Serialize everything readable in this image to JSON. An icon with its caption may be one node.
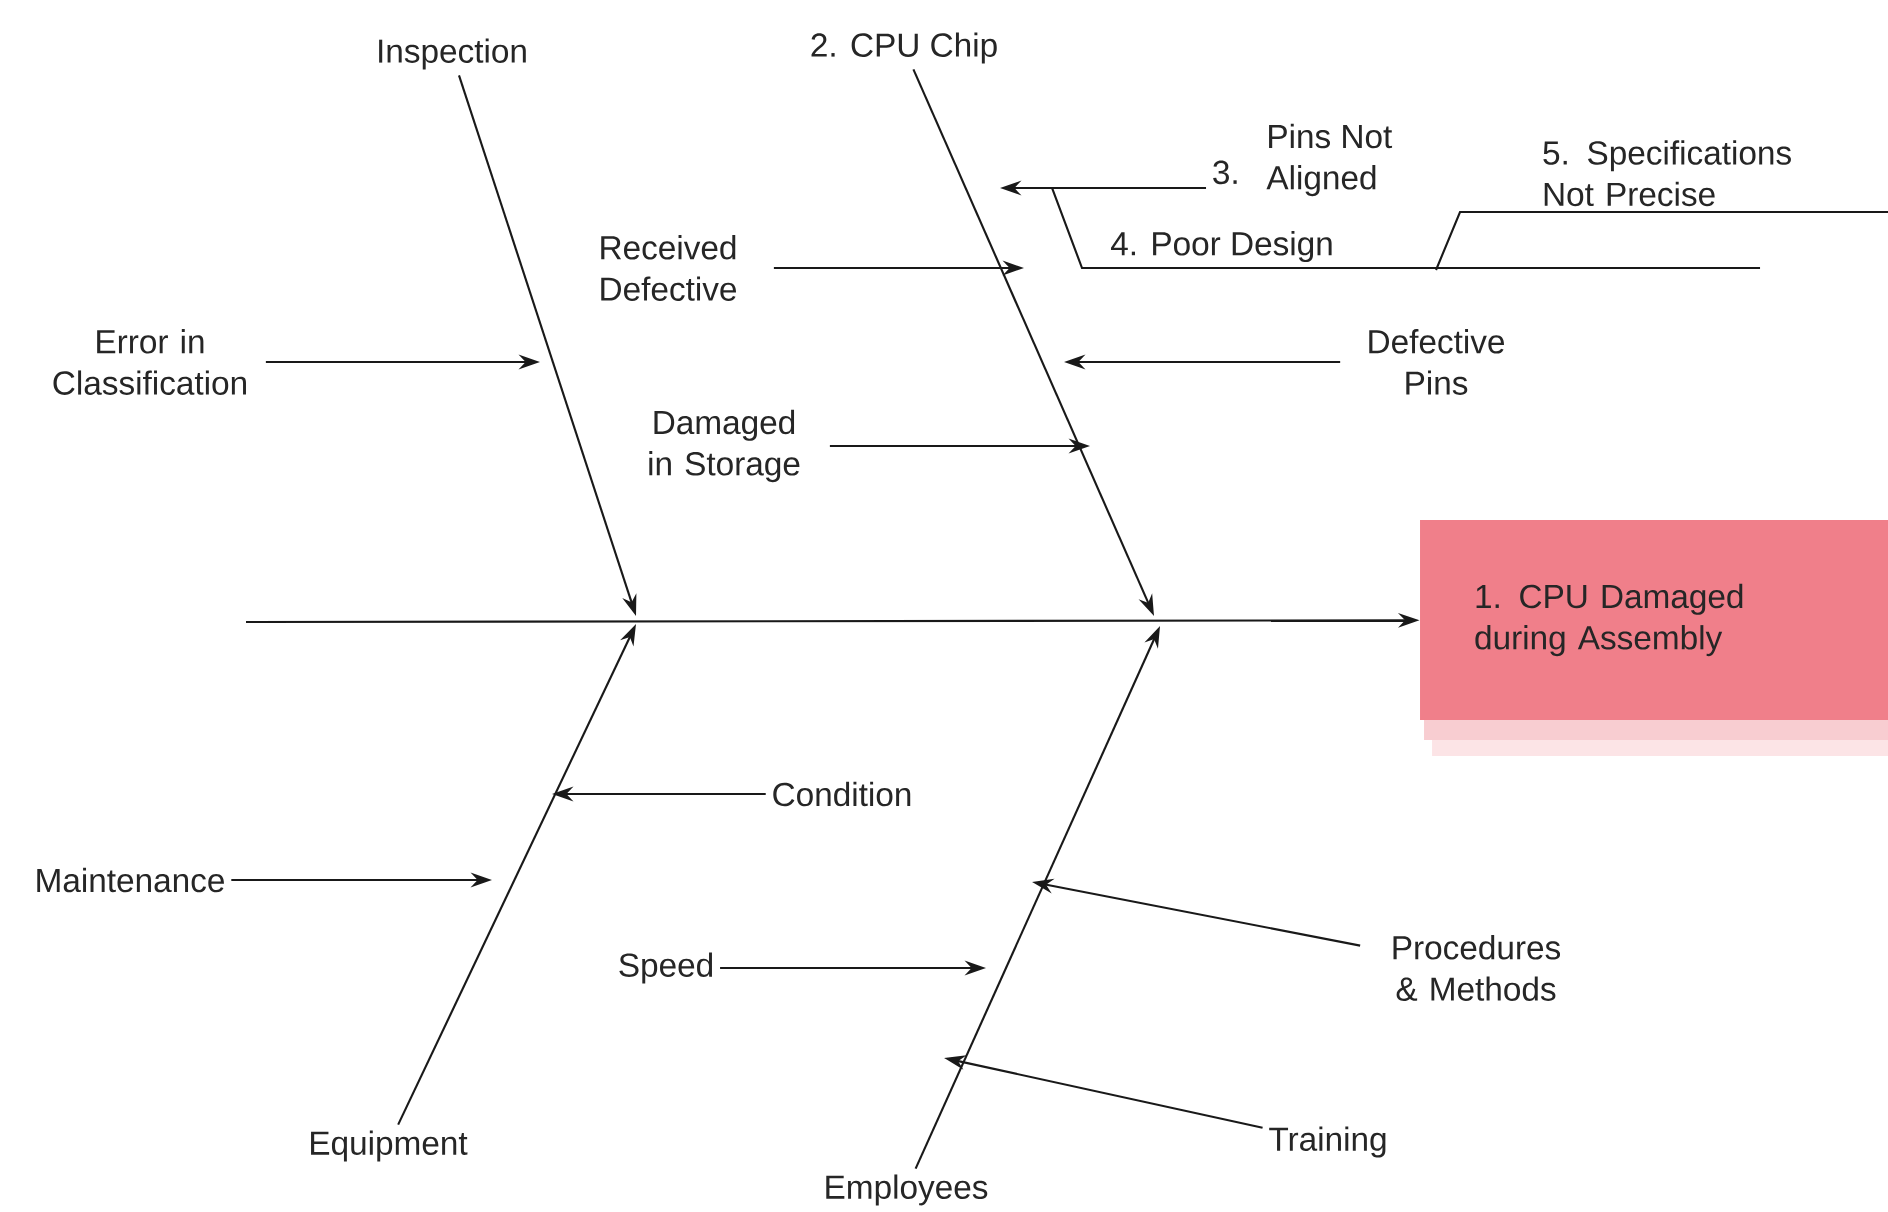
{
  "diagram": {
    "nodes": [
      {
        "text": [
          "Inspection"
        ]
      },
      {
        "text": [
          "2.  CPU Chip"
        ]
      },
      {
        "text": [
          "Error in Classification"
        ]
      },
      {
        "text": [
          "Received Defective"
        ]
      },
      {
        "text": [
          "3.",
          "Pins Not Aligned"
        ]
      },
      {
        "text": [
          "Defective Pins"
        ]
      },
      {
        "text": [
          "Damaged in Storage"
        ]
      },
      {
        "text": [
          "4. Poor Design"
        ]
      },
      {
        "text": [
          "5. Specifications Not Precise"
        ]
      },
      {
        "text": [
          "1.  CPU Damaged during Assembly"
        ]
      },
      {
        "text": [
          "Condition"
        ]
      },
      {
        "text": [
          "Maintenance"
        ]
      },
      {
        "text": [
          "Speed"
        ]
      },
      {
        "text": [
          "Procedures & Methods"
        ]
      },
      {
        "text": [
          "Equipment"
        ]
      },
      {
        "text": [
          "Employees"
        ]
      },
      {
        "text": [
          "Training"
        ]
      }
    ],
    "edges": [
      {
        "from": null,
        "to": 9,
        "arrow": "to"
      },
      {
        "from": 0,
        "to": null,
        "arrow": "to"
      },
      {
        "from": 1,
        "to": null,
        "arrow": "to"
      },
      {
        "from": 14,
        "to": null,
        "arrow": "to"
      },
      {
        "from": 15,
        "to": null,
        "arrow": "to"
      },
      {
        "from": 2,
        "to": null,
        "arrow": "to"
      },
      {
        "from": 3,
        "to": null,
        "arrow": "to"
      },
      {
        "from": 4,
        "to": null,
        "arrow": "to"
      },
      {
        "from": 5,
        "to": null,
        "arrow": "to"
      },
      {
        "from": 6,
        "to": null,
        "arrow": "to"
      },
      {
        "from": 7,
        "to": null,
        "arrow": "none"
      },
      {
        "from": 8,
        "to": null,
        "arrow": "none"
      },
      {
        "from": 10,
        "to": null,
        "arrow": "to"
      },
      {
        "from": 11,
        "to": null,
        "arrow": "to"
      },
      {
        "from": 12,
        "to": null,
        "arrow": "to"
      },
      {
        "from": 13,
        "to": null,
        "arrow": "to"
      },
      {
        "from": 16,
        "to": null,
        "arrow": "to"
      }
    ]
  }
}
